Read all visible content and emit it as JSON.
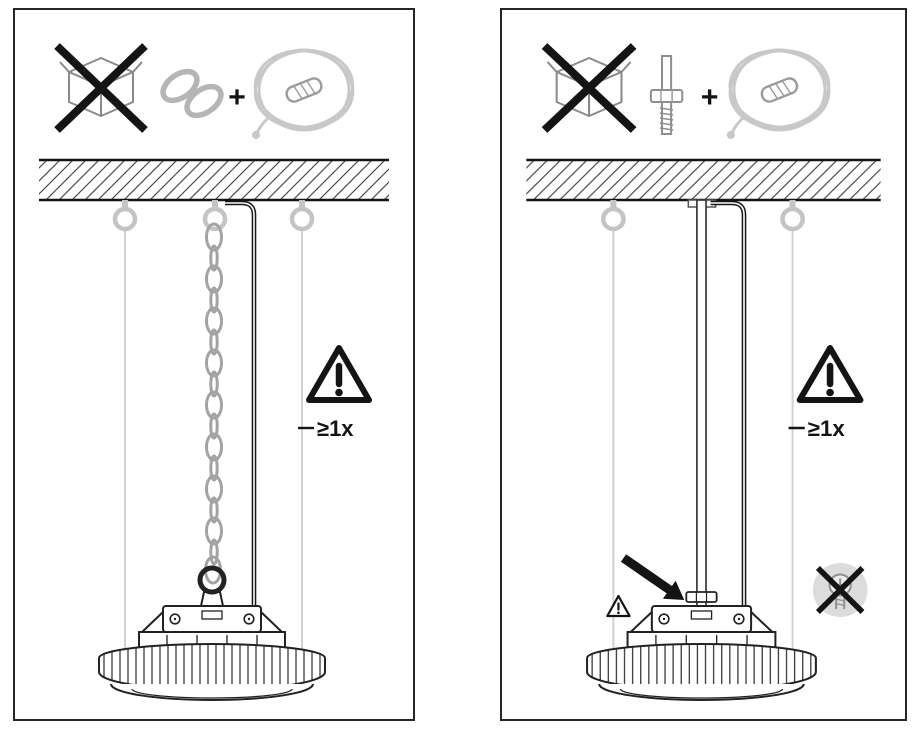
{
  "document": {
    "kind": "luminaire-mounting-instruction-sheet"
  },
  "colors": {
    "ink": "#141414",
    "outline": "#222222",
    "muted_gray": "#8f8f8f",
    "light_gray": "#c4c4c4",
    "cable_gray": "#d2d2d2",
    "prohibited_bg": "#dcdcdc",
    "background": "#ffffff",
    "panel_border": "#262626"
  },
  "panels": {
    "left": {
      "name": "chain-suspension-step",
      "icons": {
        "no_packaging": "crossed-out-box-icon",
        "suspension": "chain-links-icon",
        "plus": "+",
        "safety_cable": "coiled-safety-cable-icon"
      },
      "warning": {
        "icon": "warning-triangle-icon",
        "label": "≥1x"
      }
    },
    "right": {
      "name": "threaded-rod-suspension-step",
      "icons": {
        "no_packaging": "crossed-out-box-icon",
        "suspension": "threaded-rod-icon",
        "plus": "+",
        "safety_cable": "coiled-safety-cable-icon"
      },
      "warning": {
        "icon": "warning-triangle-icon",
        "label": "≥1x"
      },
      "attention": {
        "icon": "arrow-with-warning-icon"
      },
      "prohibited": {
        "icon": "crossed-out-screw-icon"
      }
    }
  }
}
